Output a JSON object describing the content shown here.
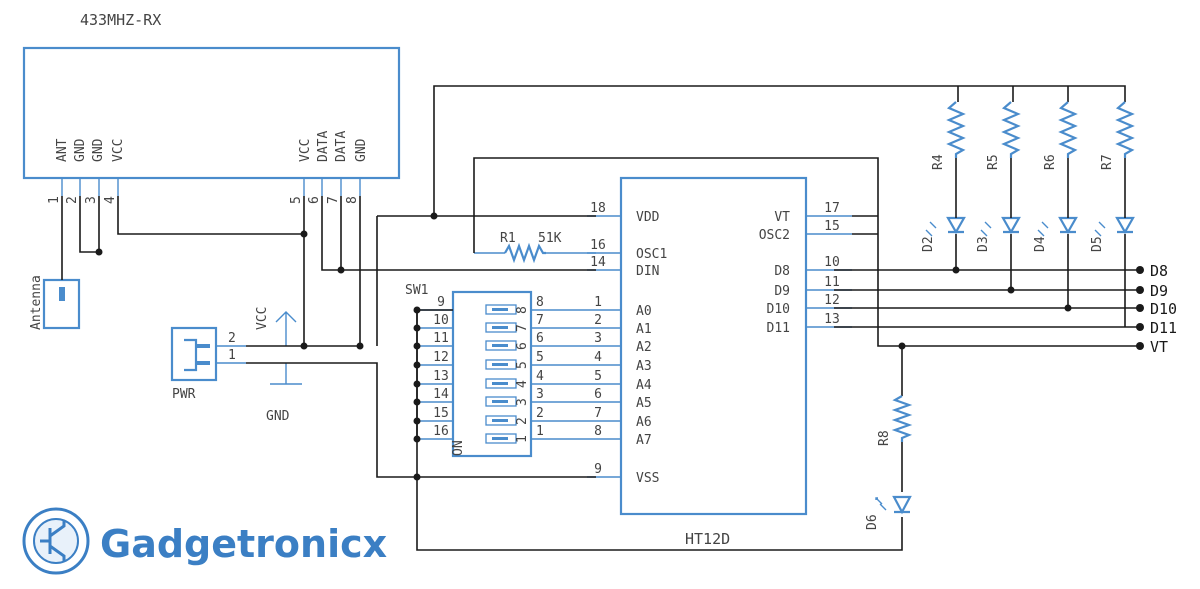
{
  "receiver": {
    "title": "433MHZ-RX",
    "pins_left": [
      "ANT",
      "GND",
      "GND",
      "VCC"
    ],
    "pins_right": [
      "VCC",
      "DATA",
      "DATA",
      "GND"
    ],
    "pin_numbers": [
      "1",
      "2",
      "3",
      "4",
      "5",
      "6",
      "7",
      "8"
    ]
  },
  "antenna": {
    "label": "Antenna"
  },
  "power": {
    "connector_label": "PWR",
    "vcc_label": "VCC",
    "gnd_label": "GND",
    "pin2": "2",
    "pin1": "1"
  },
  "resistor_r1": {
    "name": "R1",
    "value": "51K"
  },
  "dip_switch": {
    "name": "SW1",
    "left_pins": [
      "9",
      "10",
      "11",
      "12",
      "13",
      "14",
      "15",
      "16"
    ],
    "right_pins": [
      "8",
      "7",
      "6",
      "5",
      "4",
      "3",
      "2",
      "1"
    ],
    "switch_numbers": [
      "8",
      "7",
      "6",
      "5",
      "4",
      "3",
      "2",
      "1"
    ],
    "on_label": "ON"
  },
  "decoder": {
    "name": "HT12D",
    "left_pins": [
      {
        "num": "18",
        "name": "VDD"
      },
      {
        "num": "16",
        "name": "OSC1"
      },
      {
        "num": "14",
        "name": "DIN"
      },
      {
        "num": "1",
        "name": "A0"
      },
      {
        "num": "2",
        "name": "A1"
      },
      {
        "num": "3",
        "name": "A2"
      },
      {
        "num": "4",
        "name": "A3"
      },
      {
        "num": "5",
        "name": "A4"
      },
      {
        "num": "6",
        "name": "A5"
      },
      {
        "num": "7",
        "name": "A6"
      },
      {
        "num": "8",
        "name": "A7"
      },
      {
        "num": "9",
        "name": "VSS"
      }
    ],
    "right_pins": [
      {
        "num": "17",
        "name": "VT"
      },
      {
        "num": "15",
        "name": "OSC2"
      },
      {
        "num": "10",
        "name": "D8"
      },
      {
        "num": "11",
        "name": "D9"
      },
      {
        "num": "12",
        "name": "D10"
      },
      {
        "num": "13",
        "name": "D11"
      }
    ]
  },
  "resistors": [
    "R4",
    "R5",
    "R6",
    "R7"
  ],
  "leds": [
    "D2",
    "D3",
    "D4",
    "D5"
  ],
  "vt_resistor": "R8",
  "vt_led": "D6",
  "outputs": [
    "D8",
    "D9",
    "D10",
    "D11",
    "VT"
  ],
  "logo": {
    "brand": "Gadgetronicx"
  },
  "colors": {
    "component": "#4a8ccc",
    "wire": "#1a1a1a",
    "brand": "#3b7fc4"
  }
}
